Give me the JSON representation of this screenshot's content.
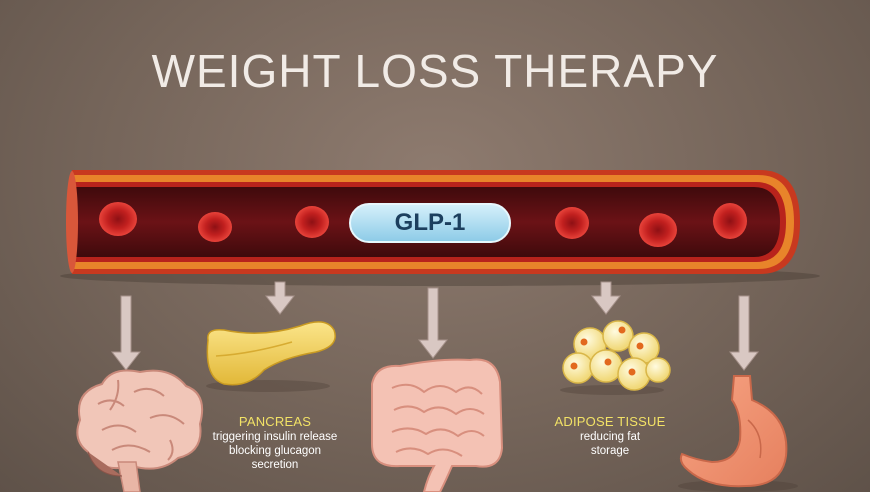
{
  "title": "WEIGHT LOSS THERAPY",
  "vessel_label": "GLP-1",
  "organs": [
    {
      "name": "brain-icon",
      "title": "",
      "lines": []
    },
    {
      "name": "pancreas-icon",
      "title": "PANCREAS",
      "lines": [
        "triggering insulin release",
        "blocking glucagon",
        "secretion"
      ]
    },
    {
      "name": "intestine-icon",
      "title": "",
      "lines": []
    },
    {
      "name": "adipose-tissue-icon",
      "title": "ADIPOSE TISSUE",
      "lines": [
        "reducing fat",
        "storage"
      ]
    },
    {
      "name": "stomach-icon",
      "title": "",
      "lines": []
    }
  ],
  "colors": {
    "background": "#75655a",
    "vessel_outer": "#c0321c",
    "vessel_inner": "#5c0f12",
    "blood_cell": "#d42a2a",
    "pill": "#a9dcf2",
    "pill_text": "#1c3f5e",
    "label_heading": "#f2e266",
    "arrow": "#d9c8c3"
  }
}
